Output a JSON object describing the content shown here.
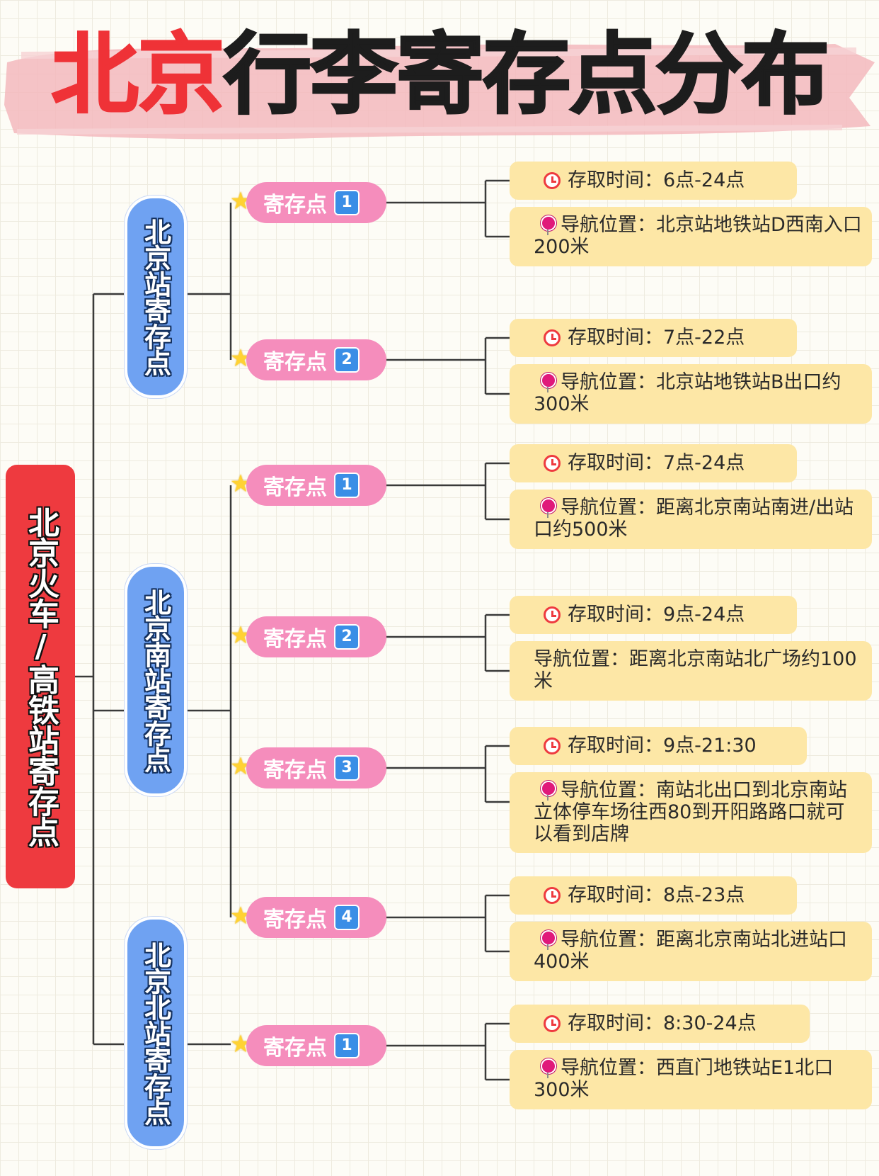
{
  "title": {
    "highlight": "北京",
    "rest": "行李寄存点分布"
  },
  "root": {
    "label": "北京火车/高铁站寄存点"
  },
  "colors": {
    "root": "#ee3a3f",
    "station": "#6fa2f2",
    "point": "#f58dbc",
    "info_box": "#fde7a6",
    "badge": "#3a8ee6"
  },
  "stations": [
    {
      "label": "北京站寄存点",
      "points": [
        {
          "label": "寄存点",
          "number": "1",
          "time": "存取时间：6点-24点",
          "nav": "导航位置：北京站地铁站D西南入口200米",
          "nav_icon": true
        },
        {
          "label": "寄存点",
          "number": "2",
          "time": "存取时间：7点-22点",
          "nav": "导航位置：北京站地铁站B出口约300米",
          "nav_icon": true
        }
      ]
    },
    {
      "label": "北京南站寄存点",
      "points": [
        {
          "label": "寄存点",
          "number": "1",
          "time": "存取时间：7点-24点",
          "nav": "导航位置：距离北京南站南进/出站口约500米",
          "nav_icon": true
        },
        {
          "label": "寄存点",
          "number": "2",
          "time": "存取时间：9点-24点",
          "nav": "导航位置：距离北京南站北广场约100米",
          "nav_icon": false
        },
        {
          "label": "寄存点",
          "number": "3",
          "time": "存取时间：9点-21:30",
          "nav": "导航位置：南站北出口到北京南站立体停车场往西80到开阳路路口就可以看到店牌",
          "nav_icon": true
        },
        {
          "label": "寄存点",
          "number": "4",
          "time": "存取时间：8点-23点",
          "nav": "导航位置：距离北京南站北进站口400米",
          "nav_icon": true
        }
      ]
    },
    {
      "label": "北京北站寄存点",
      "points": [
        {
          "label": "寄存点",
          "number": "1",
          "time": "存取时间：8:30-24点",
          "nav": "导航位置：西直门地铁站E1北口300米",
          "nav_icon": true
        }
      ]
    }
  ]
}
